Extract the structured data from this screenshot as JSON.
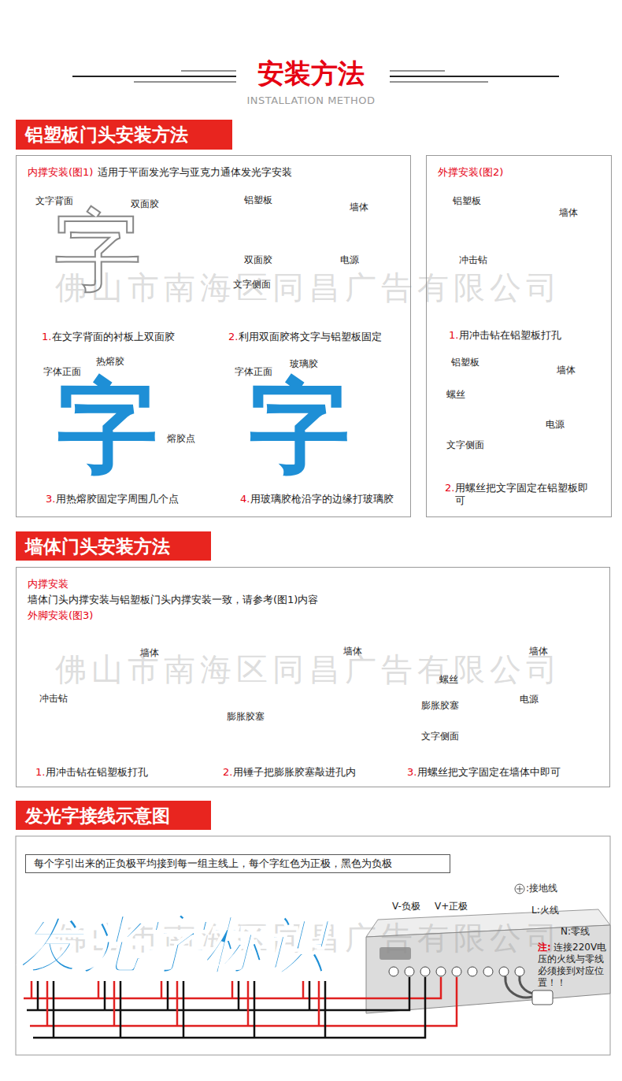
{
  "diagram": {
    "title": "安装方法",
    "nodes": [
      {
        "text": [
          "铝塑板门头安装方法"
        ]
      },
      {
        "text": [
          "内撑安装(图1)",
          "适用于平面发光字与亚克力通体发光字安装"
        ]
      },
      {
        "text": [
          "外撑安装(图2)"
        ]
      },
      {
        "text": [
          "墙体门头安装方法"
        ]
      },
      {
        "text": [
          "内撑安装",
          "墙体门头内撑安装与铝塑板门头内撑安装一致，请参考(图1)内容",
          "外脚安装(图3)"
        ]
      },
      {
        "text": [
          "发光字接线示意图"
        ]
      },
      {
        "text": [
          "每个字引出来的正负极平均接到每一组主线上，每个字红色为正极，黑色为负极"
        ]
      }
    ],
    "labels": [
      "INSTALLATION METHOD",
      "文字背面",
      "双面胶",
      "铝塑板",
      "墙体",
      "双面胶",
      "电源",
      "文字侧面",
      "1.",
      "在文字背面的衬板上双面胶",
      "2.",
      "利用双面胶将文字与铝塑板固定",
      "热熔胶",
      "字体正面",
      "熔胶点",
      "3.",
      "用热熔胶固定字周围几个点",
      "字体正面",
      "玻璃胶",
      "4.",
      "用玻璃胶枪沿字的边缘打玻璃胶",
      "铝塑板",
      "墙体",
      "冲击钻",
      "1.",
      "用冲击钻在铝塑板打孔",
      "铝塑板",
      "墙体",
      "螺丝",
      "电源",
      "文字侧面",
      "2.",
      "用螺丝把文字固定在铝塑板即可",
      "墙体",
      "冲击钻",
      "1.",
      "用冲击钻在铝塑板打孔",
      "墙体",
      "膨胀胶塞",
      "2.",
      "用锤子把膨胀胶塞敲进孔内",
      "墙体",
      "螺丝",
      "膨胀胶塞",
      "电源",
      "文字侧面",
      "3.",
      "用螺丝把文字固定在墙体中即可",
      "字",
      "字",
      "字",
      "发光字标识",
      "V-负极",
      "V+正极",
      ":接地线",
      "L:火线",
      "N:零线",
      "注:",
      "连接220V电压的火线与零线必须接到对应位置！！",
      "佛山市南海区同昌广告有限公司",
      "佛山市南海区同昌广告有限公司",
      "佛山市南海区同昌广告有限公司"
    ]
  }
}
